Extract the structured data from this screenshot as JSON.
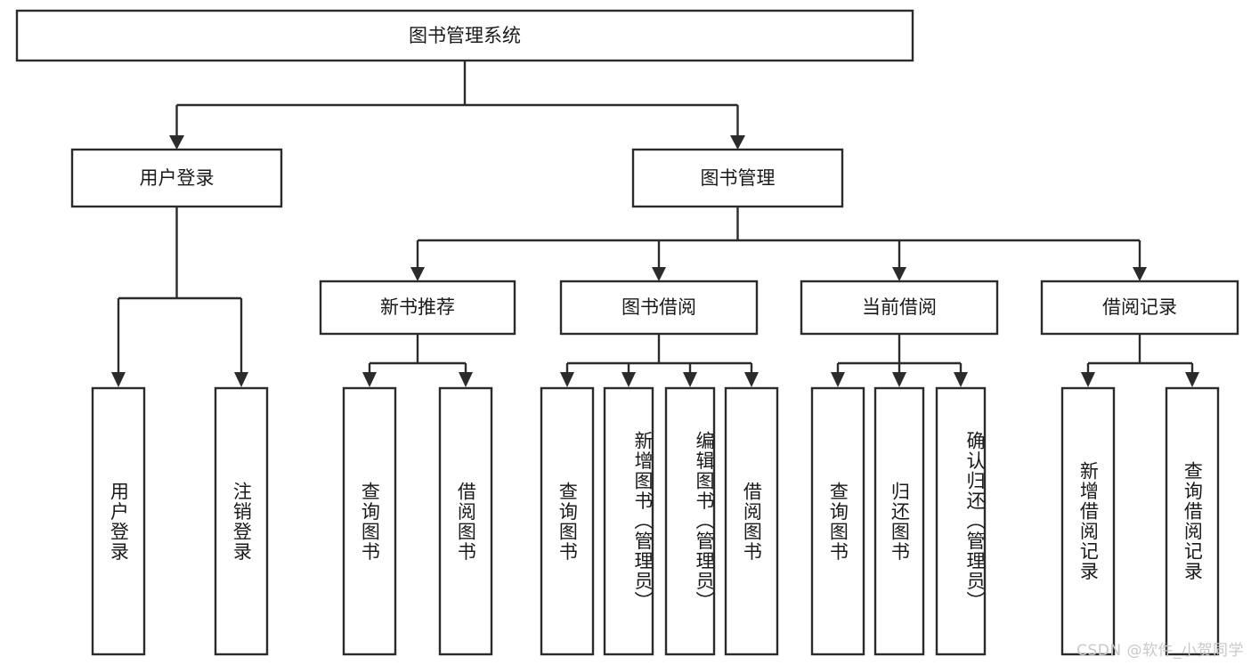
{
  "diagram": {
    "title": "图书管理系统",
    "type": "hierarchy-tree",
    "orientation": "top-down",
    "root": {
      "id": "root",
      "label": "图书管理系统",
      "text_direction": "horizontal"
    },
    "level2": [
      {
        "id": "user-login",
        "label": "用户登录",
        "text_direction": "horizontal"
      },
      {
        "id": "book-manage",
        "label": "图书管理",
        "text_direction": "horizontal"
      }
    ],
    "level3": [
      {
        "id": "new-book-recommend",
        "label": "新书推荐",
        "parent": "book-manage",
        "text_direction": "horizontal"
      },
      {
        "id": "book-borrow",
        "label": "图书借阅",
        "parent": "book-manage",
        "text_direction": "horizontal"
      },
      {
        "id": "current-borrow",
        "label": "当前借阅",
        "parent": "book-manage",
        "text_direction": "horizontal"
      },
      {
        "id": "borrow-record",
        "label": "借阅记录",
        "parent": "book-manage",
        "text_direction": "horizontal"
      }
    ],
    "leaves": [
      {
        "id": "leaf-user-login",
        "label": "用户登录",
        "parent": "user-login",
        "text_direction": "vertical"
      },
      {
        "id": "leaf-user-logout",
        "label": "注销登录",
        "parent": "user-login",
        "text_direction": "vertical"
      },
      {
        "id": "leaf-query-book-1",
        "label": "查询图书",
        "parent": "new-book-recommend",
        "text_direction": "vertical"
      },
      {
        "id": "leaf-borrow-book-1",
        "label": "借阅图书",
        "parent": "new-book-recommend",
        "text_direction": "vertical"
      },
      {
        "id": "leaf-query-book-2",
        "label": "查询图书",
        "parent": "book-borrow",
        "text_direction": "vertical"
      },
      {
        "id": "leaf-add-book",
        "label": "新增图书（管理员）",
        "parent": "book-borrow",
        "text_direction": "vertical"
      },
      {
        "id": "leaf-edit-book",
        "label": "编辑图书（管理员）",
        "parent": "book-borrow",
        "text_direction": "vertical"
      },
      {
        "id": "leaf-borrow-book-2",
        "label": "借阅图书",
        "parent": "book-borrow",
        "text_direction": "vertical"
      },
      {
        "id": "leaf-query-book-3",
        "label": "查询图书",
        "parent": "current-borrow",
        "text_direction": "vertical"
      },
      {
        "id": "leaf-return-book",
        "label": "归还图书",
        "parent": "current-borrow",
        "text_direction": "vertical"
      },
      {
        "id": "leaf-confirm-return",
        "label": "确认归还（管理员）",
        "parent": "current-borrow",
        "text_direction": "vertical"
      },
      {
        "id": "leaf-add-record",
        "label": "新增借阅记录",
        "parent": "borrow-record",
        "text_direction": "vertical"
      },
      {
        "id": "leaf-query-record",
        "label": "查询借阅记录",
        "parent": "borrow-record",
        "text_direction": "vertical"
      }
    ]
  },
  "watermark": {
    "text": "CSDN @软件_小贺同学"
  },
  "colors": {
    "stroke": "#2b2b2b",
    "box_fill": "#ffffff",
    "text": "#1a1a1a",
    "background": "#ffffff",
    "watermark": "#c9c9c9"
  }
}
